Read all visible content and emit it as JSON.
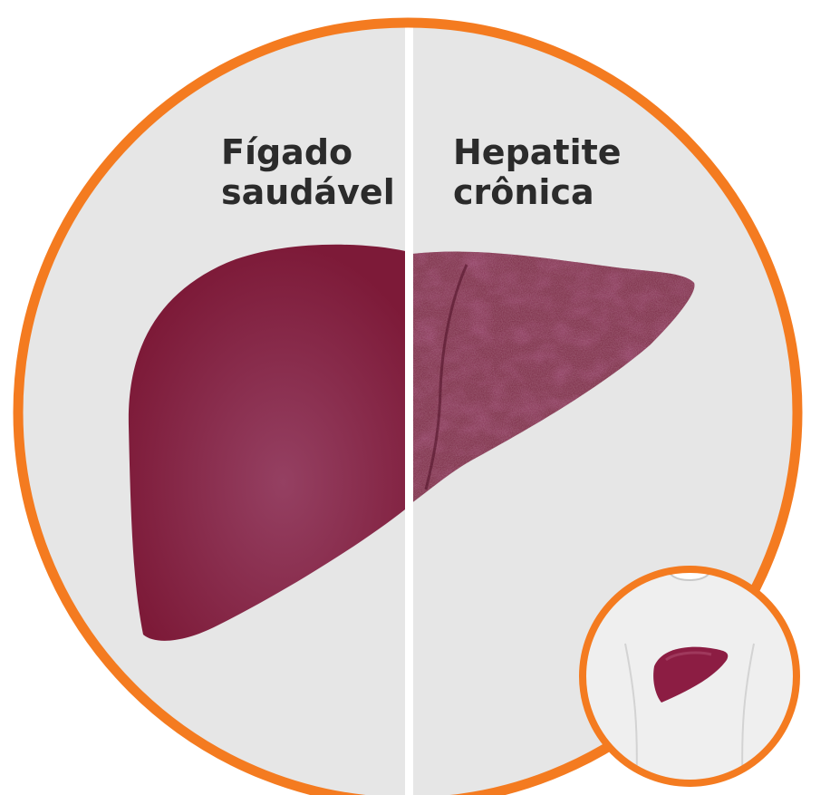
{
  "labels": {
    "healthy": [
      "Fígado",
      "saudável"
    ],
    "chronic": [
      "Hepatite",
      "crônica"
    ]
  },
  "colors": {
    "ring": "#f47b20",
    "background": "#e6e6e6",
    "divider": "#ffffff",
    "liver": "#7d1a38",
    "liver_dark": "#6b1530",
    "liver_highlight": "#954062",
    "body": "#efefef"
  }
}
